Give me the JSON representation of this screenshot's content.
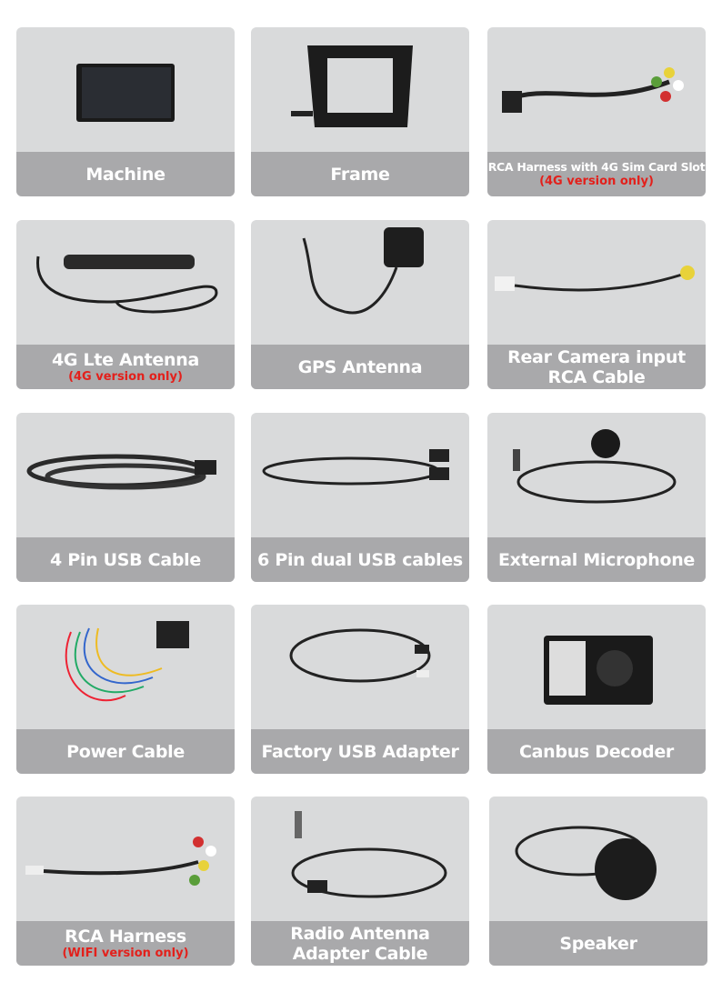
{
  "items": [
    {
      "title": "Machine"
    },
    {
      "title": "Frame"
    },
    {
      "title": "RCA Harness with 4G Sim Card Slot",
      "note": "(4G version only)"
    },
    {
      "title": "4G Lte Antenna",
      "note": "(4G version only)"
    },
    {
      "title": "GPS Antenna"
    },
    {
      "title": "Rear Camera input RCA Cable"
    },
    {
      "title": "4 Pin USB Cable"
    },
    {
      "title": "6 Pin dual USB cables"
    },
    {
      "title": "External Microphone"
    },
    {
      "title": "Power Cable"
    },
    {
      "title": "Factory USB Adapter"
    },
    {
      "title": "Canbus Decoder"
    },
    {
      "title": "RCA Harness",
      "note": "(WIFI version only)"
    },
    {
      "title": "Radio Antenna Adapter Cable"
    },
    {
      "title": "Speaker"
    }
  ],
  "colors": {
    "card": "#d9dadb",
    "band": "#a9a9ab",
    "note": "#e3201b"
  }
}
